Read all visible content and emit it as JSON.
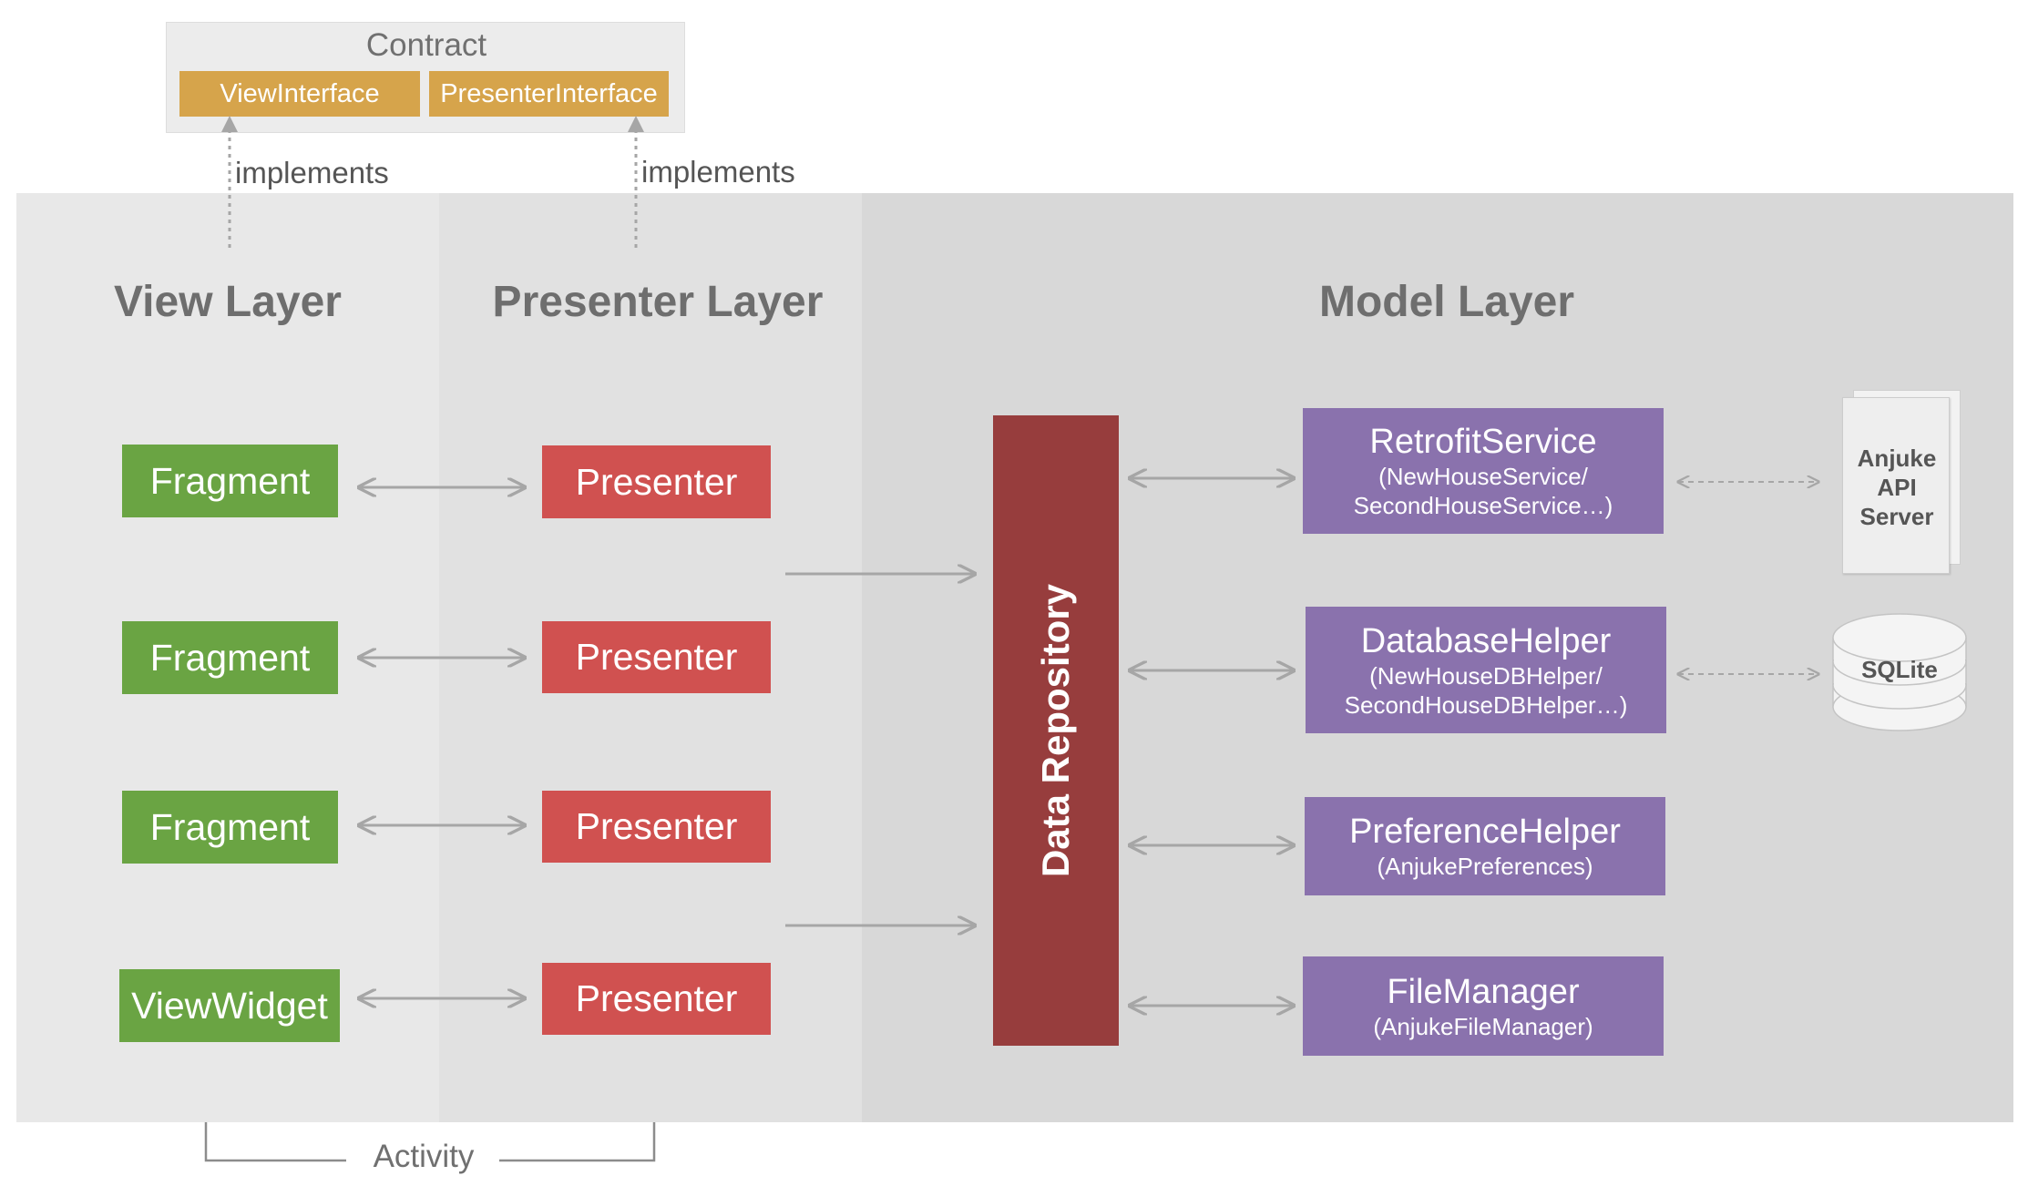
{
  "contract": {
    "title": "Contract",
    "items": [
      "ViewInterface",
      "PresenterInterface"
    ],
    "implements_label": "implements"
  },
  "layers": {
    "view": "View Layer",
    "presenter": "Presenter Layer",
    "model": "Model Layer"
  },
  "view_items": [
    "Fragment",
    "Fragment",
    "Fragment",
    "ViewWidget"
  ],
  "presenter_items": [
    "Presenter",
    "Presenter",
    "Presenter",
    "Presenter"
  ],
  "data_repository": "Data Repository",
  "model_services": [
    {
      "name": "RetrofitService",
      "detail_lines": [
        "(NewHouseService/",
        "SecondHouseService…)"
      ]
    },
    {
      "name": "DatabaseHelper",
      "detail_lines": [
        "(NewHouseDBHelper/",
        "SecondHouseDBHelper…)"
      ]
    },
    {
      "name": "PreferenceHelper",
      "detail_lines": [
        "(AnjukePreferences)"
      ]
    },
    {
      "name": "FileManager",
      "detail_lines": [
        "(AnjukeFileManager)"
      ]
    }
  ],
  "external": {
    "api_server_lines": [
      "Anjuke",
      "API",
      "Server"
    ],
    "sqlite": "SQLite"
  },
  "activity_label": "Activity",
  "colors": {
    "view_box": "#6aa443",
    "presenter_box": "#d05150",
    "data_repository": "#973d3d",
    "model_service": "#8a72ad",
    "contract_item": "#d6a44b",
    "view_panel": "#e8e8e8",
    "presenter_panel": "#e1e1e1",
    "model_panel": "#d8d8d8"
  }
}
